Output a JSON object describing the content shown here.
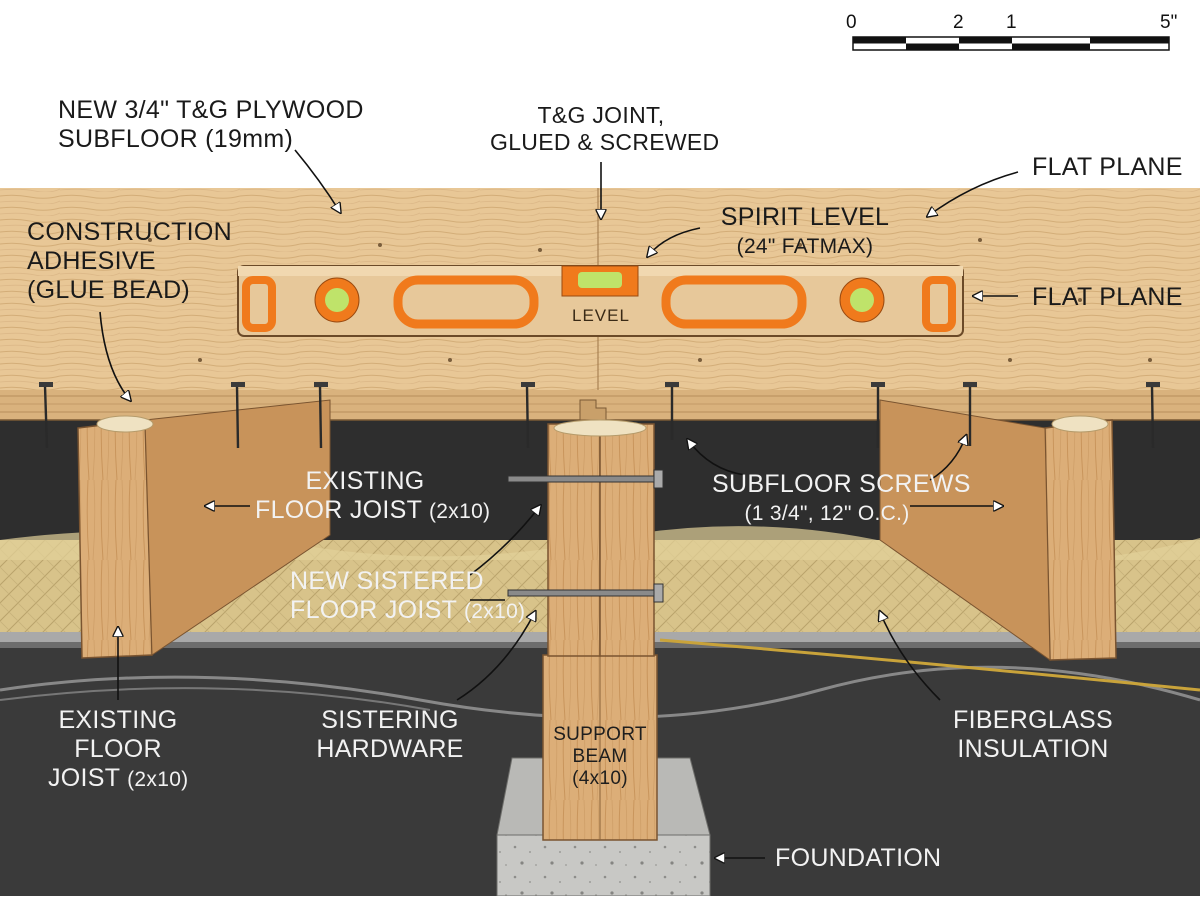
{
  "scale_bar": {
    "ticks": [
      "0",
      "2",
      "1",
      "5\""
    ]
  },
  "labels": {
    "subfloor": [
      "NEW 3/4\" T&G PLYWOOD",
      "SUBFLOOR (19mm)"
    ],
    "tg_joint": [
      "T&G JOINT,",
      "GLUED & SCREWED"
    ],
    "flat_plane_top": "FLAT PLANE",
    "spirit_level": [
      "SPIRIT LEVEL",
      "(24\" FATMAX)"
    ],
    "flat_plane_right": "FLAT PLANE",
    "adhesive": [
      "CONSTRUCTION",
      "ADHESIVE",
      "(GLUE BEAD)"
    ],
    "level_text": "LEVEL",
    "existing_joist_mid": [
      "EXISTING",
      "FLOOR JOIST",
      "(2x10)"
    ],
    "sistered_joist": [
      "NEW SISTERED",
      "FLOOR JOIST",
      "(2x10)"
    ],
    "screws": [
      "SUBFLOOR SCREWS",
      "(1 3/4\", 12\" O.C.)"
    ],
    "existing_joist_left": [
      "EXISTING",
      "FLOOR",
      "JOIST",
      "(2x10)"
    ],
    "hardware": [
      "SISTERING",
      "HARDWARE"
    ],
    "support_beam": [
      "SUPPORT",
      "BEAM",
      "(4x10)"
    ],
    "insulation": [
      "FIBERGLASS",
      "INSULATION"
    ],
    "foundation": "FOUNDATION"
  },
  "colors": {
    "plywood": "#e6c393",
    "joist": "#dcae78",
    "insulation": "#d9c48a",
    "crawlspace": "#3d3d3d",
    "level_orange": "#f07a1c",
    "concrete": "#c9c9c6"
  }
}
